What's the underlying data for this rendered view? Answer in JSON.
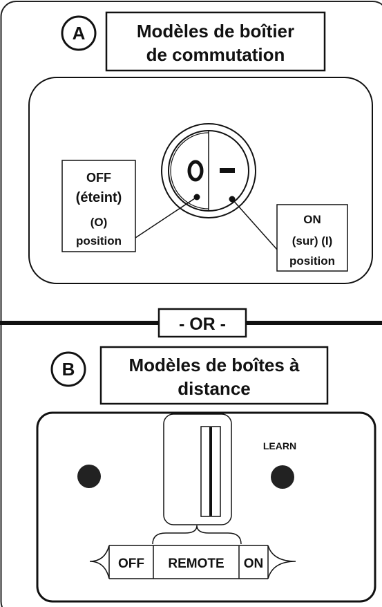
{
  "section_a": {
    "badge": "A",
    "title_line1": "Modèles de boîtier",
    "title_line2": "de commutation",
    "off_label": {
      "line1": "OFF",
      "line2": "(éteint)",
      "line3": "(O)",
      "line4": "position"
    },
    "on_label": {
      "line1": "ON",
      "line2": "(sur) (I)",
      "line3": "position"
    },
    "switch_off_symbol": "O",
    "switch_on_symbol": "–"
  },
  "divider": {
    "label": "- OR -"
  },
  "section_b": {
    "badge": "B",
    "title_line1": "Modèles de boîtes à",
    "title_line2": "distance",
    "learn_label": "LEARN",
    "modes": [
      "OFF",
      "REMOTE",
      "ON"
    ]
  }
}
